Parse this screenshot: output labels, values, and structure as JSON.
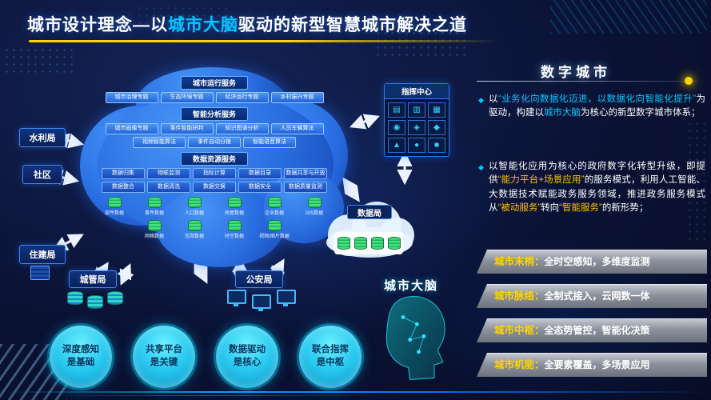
{
  "colors": {
    "accent_cyan": "#00c8ff",
    "accent_yellow": "#ffd400",
    "brain_blue": "#2a79e8",
    "data_green": "#2ecc71"
  },
  "title": {
    "prefix": "城市设计理念—以",
    "highlight": "城市大脑",
    "suffix": "驱动的新型智慧城市解决之道"
  },
  "brain": {
    "run_service": {
      "title": "城市运行服务",
      "items": [
        "城市治理专题",
        "生态环境专题",
        "经济运行专题",
        "乡村振兴专题"
      ]
    },
    "ai_service": {
      "title": "智能分析服务",
      "rows": [
        [
          "城市画像专题",
          "事件智能研判",
          "知识图谱分析",
          "人员车辆算法"
        ],
        [
          "视频智能算法",
          "事件自动分拨",
          "智能语音算法"
        ]
      ]
    },
    "data_service": {
      "title": "数据资源服务",
      "rows": [
        [
          "数据归集",
          "物联监测",
          "指标计算",
          "数据目录",
          "数据共享与开放"
        ],
        [
          "数据整合",
          "数据清洗",
          "数据交换",
          "数据安全",
          "数据质量监测"
        ]
      ]
    },
    "data_items": {
      "rows": [
        [
          "部件数据",
          "事件数据",
          "人口数据",
          "房屋数据",
          "企业数据",
          "GIS数据"
        ],
        [
          "网格数据",
          "信用数据",
          "时空数据",
          "视频/图片数据"
        ]
      ]
    }
  },
  "orgs": {
    "left": [
      "水利局",
      "社区",
      "住建局"
    ],
    "chengguan": "城管局",
    "gongan": "公安局",
    "shuju": "数据局"
  },
  "command_center": {
    "title": "指挥中心",
    "icons": [
      {
        "name": "chart-icon",
        "glyph": "▤"
      },
      {
        "name": "monitor-icon",
        "glyph": "▥"
      },
      {
        "name": "grid-icon",
        "glyph": "▦"
      },
      {
        "name": "target-icon",
        "glyph": "◉"
      },
      {
        "name": "network-icon",
        "glyph": "◈"
      },
      {
        "name": "node-icon",
        "glyph": "◆"
      },
      {
        "name": "alert-icon",
        "glyph": "▲"
      },
      {
        "name": "status-icon",
        "glyph": "●"
      },
      {
        "name": "panel-icon",
        "glyph": "■"
      }
    ]
  },
  "right_panel": {
    "header": "数字城市",
    "bullet_icon_glyph": "◆",
    "bullets": [
      {
        "segments": [
          {
            "t": "以"
          },
          {
            "t": "“业务化向数据化迈进，以数据化向智能化提升”",
            "c": "cyan"
          },
          {
            "t": "为驱动，构建以"
          },
          {
            "t": "城市大脑",
            "c": "cyan"
          },
          {
            "t": "为核心的新型数字城市体系；"
          }
        ]
      },
      {
        "segments": [
          {
            "t": "以智能化应用为核心的政府数字化转型升级，即提供"
          },
          {
            "t": "“能力平台+场景应用”",
            "c": "yellow"
          },
          {
            "t": "的服务模式，利用人工智能、大数据技术赋能政务服务领域，推进政务服务模式从"
          },
          {
            "t": "“被动服务”",
            "c": "yellow"
          },
          {
            "t": "转向"
          },
          {
            "t": "“智能服务”",
            "c": "yellow"
          },
          {
            "t": "的新形势；"
          }
        ]
      }
    ],
    "brain_label": "城市大脑",
    "banners": [
      {
        "label": "城市末梢：",
        "desc": "全时空感知，多维度监测"
      },
      {
        "label": "城市脉络：",
        "desc": "全制式接入，云网数一体"
      },
      {
        "label": "城市中枢：",
        "desc": "全态势管控，智能化决策"
      },
      {
        "label": "城市机能：",
        "desc": "全要素覆盖，多场景应用"
      }
    ]
  },
  "bottom_circles": [
    {
      "line1": "深度感知",
      "line2": "是基础"
    },
    {
      "line1": "共享平台",
      "line2": "是关键"
    },
    {
      "line1": "数据驱动",
      "line2": "是核心"
    },
    {
      "line1": "联合指挥",
      "line2": "是中枢"
    }
  ]
}
